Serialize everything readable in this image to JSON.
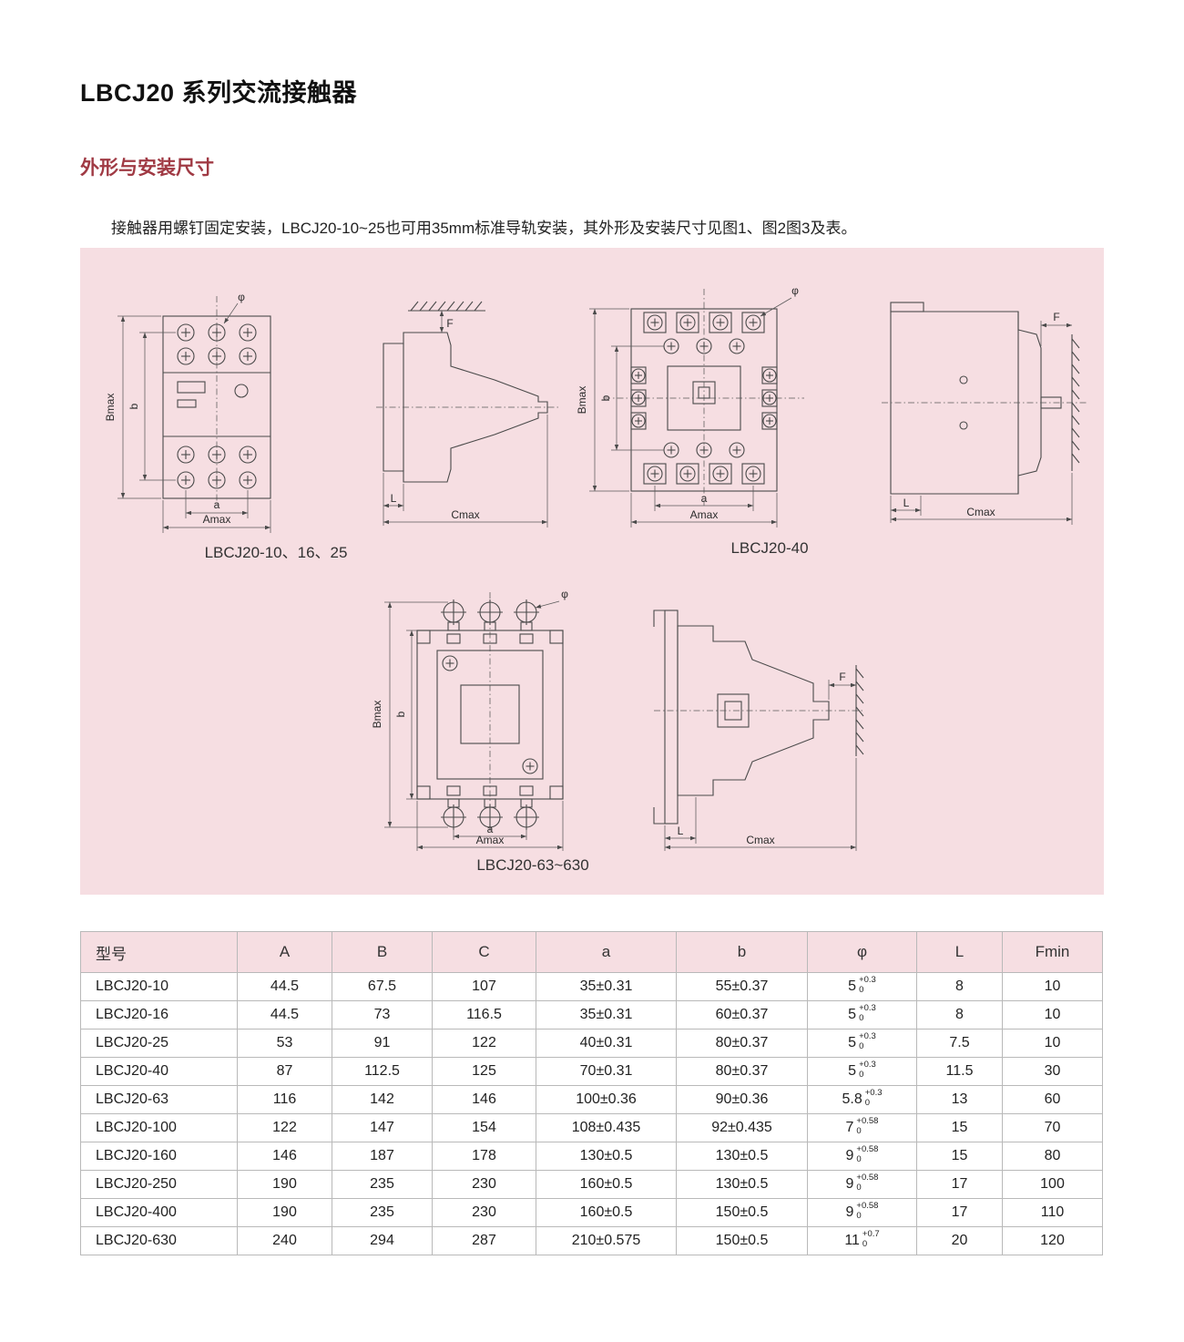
{
  "page": {
    "title": "LBCJ20 系列交流接触器",
    "section_heading": "外形与安装尺寸",
    "intro": "接触器用螺钉固定安装，LBCJ20-10~25也可用35mm标准导轨安装，其外形及安装尺寸见图1、图2图3及表。"
  },
  "figures": {
    "captions": {
      "fig1": "LBCJ20-10、16、25",
      "fig2": "LBCJ20-40",
      "fig3": "LBCJ20-63~630"
    },
    "dims": {
      "bmax": "Bmax",
      "b": "b",
      "a": "a",
      "amax": "Amax",
      "cmax": "Cmax",
      "l": "L",
      "f": "F",
      "phi": "φ"
    }
  },
  "table": {
    "headers": [
      "型号",
      "A",
      "B",
      "C",
      "a",
      "b",
      "φ",
      "L",
      "Fmin"
    ],
    "rows": [
      {
        "model": "LBCJ20-10",
        "A": "44.5",
        "B": "67.5",
        "C": "107",
        "a": "35±0.31",
        "b": "55±0.37",
        "phi": {
          "base": "5",
          "upper": "+0.3",
          "lower": "0"
        },
        "L": "8",
        "Fmin": "10"
      },
      {
        "model": "LBCJ20-16",
        "A": "44.5",
        "B": "73",
        "C": "116.5",
        "a": "35±0.31",
        "b": "60±0.37",
        "phi": {
          "base": "5",
          "upper": "+0.3",
          "lower": "0"
        },
        "L": "8",
        "Fmin": "10"
      },
      {
        "model": "LBCJ20-25",
        "A": "53",
        "B": "91",
        "C": "122",
        "a": "40±0.31",
        "b": "80±0.37",
        "phi": {
          "base": "5",
          "upper": "+0.3",
          "lower": "0"
        },
        "L": "7.5",
        "Fmin": "10"
      },
      {
        "model": "LBCJ20-40",
        "A": "87",
        "B": "112.5",
        "C": "125",
        "a": "70±0.31",
        "b": "80±0.37",
        "phi": {
          "base": "5",
          "upper": "+0.3",
          "lower": "0"
        },
        "L": "11.5",
        "Fmin": "30"
      },
      {
        "model": "LBCJ20-63",
        "A": "116",
        "B": "142",
        "C": "146",
        "a": "100±0.36",
        "b": "90±0.36",
        "phi": {
          "base": "5.8",
          "upper": "+0.3",
          "lower": "0"
        },
        "L": "13",
        "Fmin": "60"
      },
      {
        "model": "LBCJ20-100",
        "A": "122",
        "B": "147",
        "C": "154",
        "a": "108±0.435",
        "b": "92±0.435",
        "phi": {
          "base": "7",
          "upper": "+0.58",
          "lower": "0"
        },
        "L": "15",
        "Fmin": "70"
      },
      {
        "model": "LBCJ20-160",
        "A": "146",
        "B": "187",
        "C": "178",
        "a": "130±0.5",
        "b": "130±0.5",
        "phi": {
          "base": "9",
          "upper": "+0.58",
          "lower": "0"
        },
        "L": "15",
        "Fmin": "80"
      },
      {
        "model": "LBCJ20-250",
        "A": "190",
        "B": "235",
        "C": "230",
        "a": "160±0.5",
        "b": "130±0.5",
        "phi": {
          "base": "9",
          "upper": "+0.58",
          "lower": "0"
        },
        "L": "17",
        "Fmin": "100"
      },
      {
        "model": "LBCJ20-400",
        "A": "190",
        "B": "235",
        "C": "230",
        "a": "160±0.5",
        "b": "150±0.5",
        "phi": {
          "base": "9",
          "upper": "+0.58",
          "lower": "0"
        },
        "L": "17",
        "Fmin": "110"
      },
      {
        "model": "LBCJ20-630",
        "A": "240",
        "B": "294",
        "C": "287",
        "a": "210±0.575",
        "b": "150±0.5",
        "phi": {
          "base": "11",
          "upper": "+0.7",
          "lower": "0"
        },
        "L": "20",
        "Fmin": "120"
      }
    ]
  },
  "colors": {
    "panel_pink": "#f6dee2",
    "heading_red": "#a03a44",
    "table_border": "#b9b9b9",
    "drawing_line": "#4a4a4a"
  }
}
